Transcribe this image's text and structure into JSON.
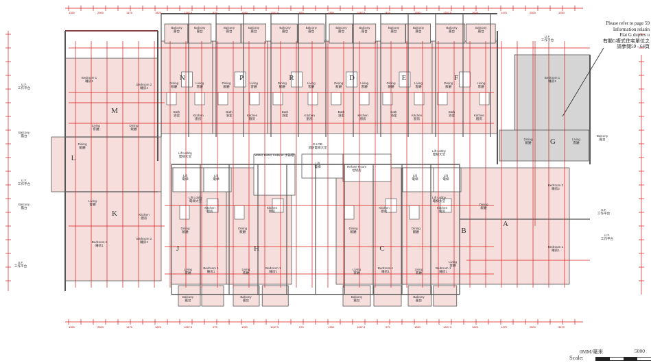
{
  "flats": [
    "N",
    "P",
    "R",
    "D",
    "E",
    "F",
    "M",
    "G",
    "L",
    "K",
    "J",
    "H",
    "C",
    "B",
    "A"
  ],
  "labels": {
    "balcony": "Balcony\n露台",
    "bedroom1": "Bedroom 1\n睡房1",
    "bedroom2": "Bedroom 2\n睡房2",
    "dining": "Dining\n飯廳",
    "living": "Living\n客廳",
    "kitchen": "Kitchen\n廚房",
    "bath": "Bath\n浴室",
    "lift": "Lift\n電梯",
    "lift_lobby": "Lift Lobby\n電梯大堂",
    "lobby": "E.LOB\n消防電梯大堂",
    "refuse": "Refuse Room\n垃圾房",
    "water_meter": "Water Meter Cabinet 水錶櫃",
    "uf": "U.F.\n工作平台"
  },
  "dimensions": {
    "top": [
      "1350",
      "2500",
      "1475",
      "1625",
      "1287.5",
      "975",
      "1350",
      "1287.5",
      "975",
      "1350",
      "1287.5",
      "975",
      "1350",
      "1287.5",
      "1625",
      "1475",
      "2500",
      "1350"
    ],
    "bottom": [
      "1350",
      "2500",
      "1475",
      "1625",
      "1287.5",
      "975",
      "1350",
      "1287.5",
      "975",
      "1350",
      "1287.5",
      "975",
      "1350",
      "1287.5",
      "1625",
      "1475",
      "2500",
      "3870"
    ]
  },
  "note": {
    "lines": [
      "Please refer to page 59",
      "Information relatin",
      "Flat G duplex u",
      "有關G複式住宅單位之",
      "請參閱59 - 64頁"
    ]
  },
  "scale": {
    "label": "Scale:",
    "start": "0MM/毫米",
    "end": "5000"
  },
  "colors": {
    "accent": "#d91a1a",
    "wall": "#555555",
    "room": "#f6dedd",
    "unitG": "#d5d5d5"
  }
}
